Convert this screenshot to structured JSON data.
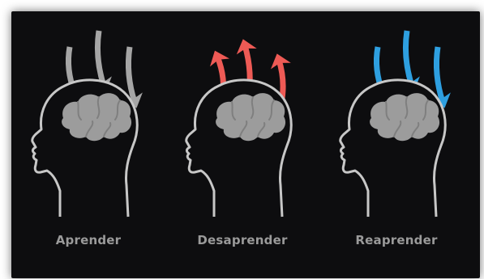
{
  "colors": {
    "background": "#0d0d0f",
    "outline": "#c7c7c7",
    "brain": "#9c9c9c",
    "label": "#9a9a9a"
  },
  "figures": [
    {
      "label": "Aprender",
      "arrow_direction": "down",
      "arrow_color": "#a5a5a5",
      "icon": "head-brain-icon"
    },
    {
      "label": "Desaprender",
      "arrow_direction": "up",
      "arrow_color": "#ee5a55",
      "icon": "head-brain-icon"
    },
    {
      "label": "Reaprender",
      "arrow_direction": "down",
      "arrow_color": "#2e9fe0",
      "icon": "head-brain-icon"
    }
  ]
}
